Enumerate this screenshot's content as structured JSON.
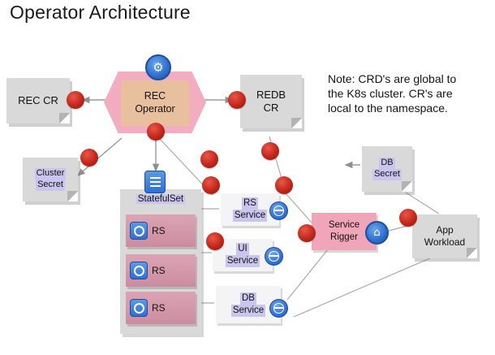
{
  "title": "Operator Architecture",
  "note": "Note: CRD's are global to\nthe K8s cluster. CR's are\nlocal to the namespace.",
  "nodes": {
    "rec_cr": {
      "label": "REC CR"
    },
    "rec_operator": {
      "line1": "REC",
      "line2": "Operator"
    },
    "redb_cr": {
      "line1": "REDB",
      "line2": "CR"
    },
    "cluster_secret": {
      "line1": "Cluster",
      "line2": "Secret"
    },
    "statefulset": {
      "label": "StatefulSet"
    },
    "rs_pods": [
      "RS",
      "RS",
      "RS"
    ],
    "rs_service": {
      "line1": "RS",
      "line2": "Service"
    },
    "ui_service": {
      "line1": "UI",
      "line2": "Service"
    },
    "db_service": {
      "line1": "DB",
      "line2": "Service"
    },
    "service_rigger": {
      "line1": "Service",
      "line2": "Rigger"
    },
    "db_secret": {
      "line1": "DB",
      "line2": "Secret"
    },
    "app_workload": {
      "line1": "App",
      "line2": "Workload"
    }
  },
  "icons": {
    "operator": "k8s-operator-icon",
    "statefulset": "statefulset-icon",
    "pod": "pod-icon",
    "service": "service-icon",
    "rigger": "rigger-icon"
  },
  "colors": {
    "box_gray": "#d9d9d9",
    "operator_pink": "#f2aec0",
    "operator_tan": "#e9c09e",
    "pod_mauve": "#cc8ca0",
    "rigger_pink": "#f0a6b8",
    "highlight_lavender": "#c9c5ef",
    "marker_red": "#c22619",
    "icon_blue": "#2f6fd6",
    "line_gray": "#9a9a9a"
  }
}
